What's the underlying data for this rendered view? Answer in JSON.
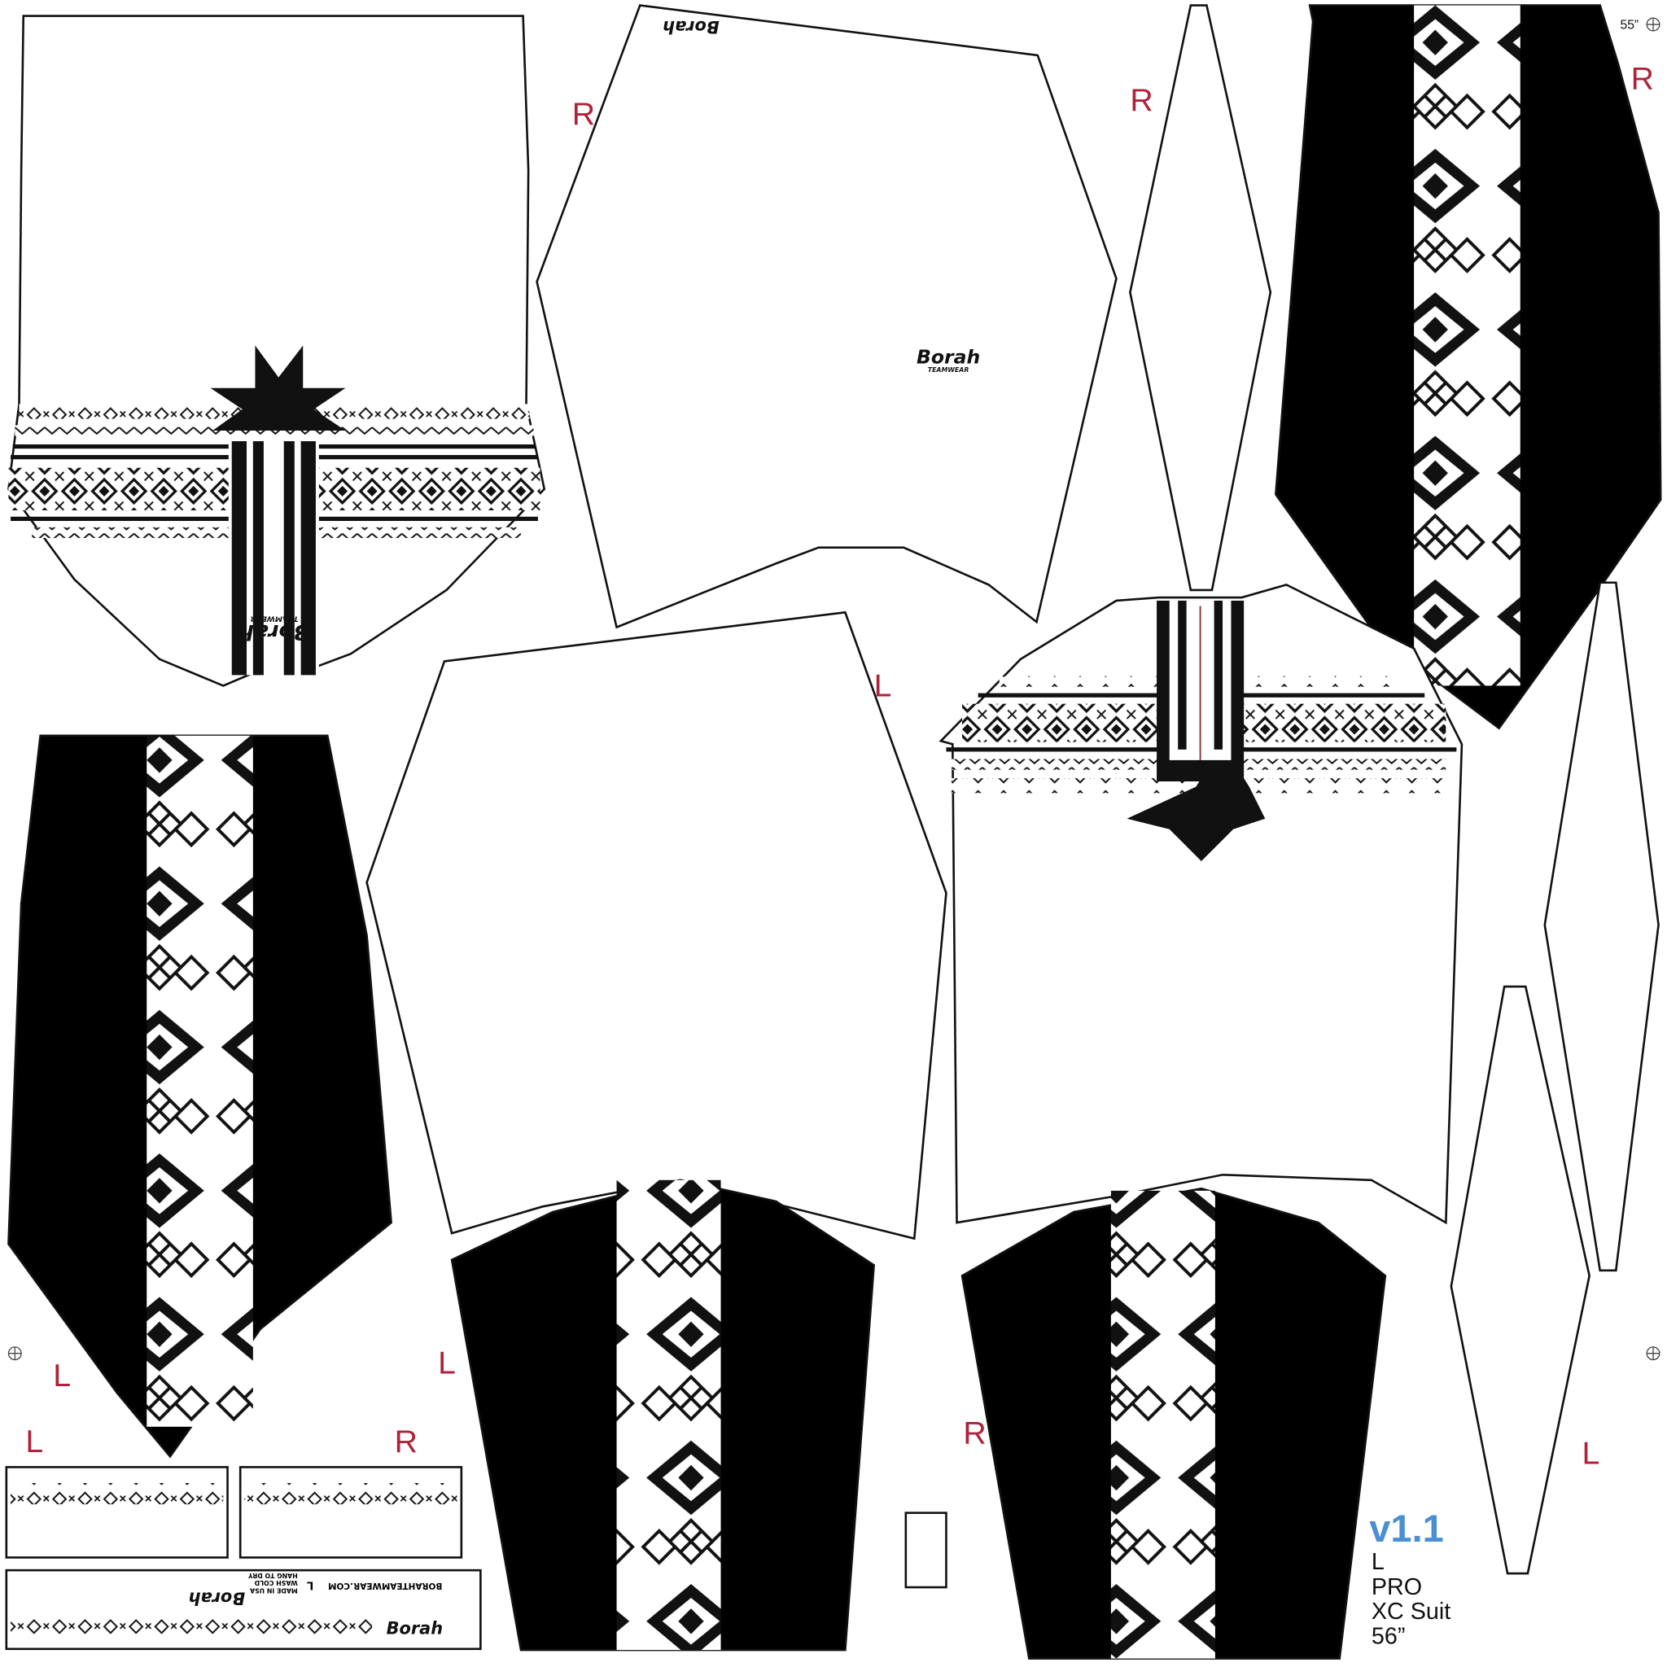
{
  "sheet": {
    "size_marker": "55”",
    "side_labels": {
      "right": "R",
      "left": "L"
    },
    "info": {
      "version": "v1.1",
      "size": "L",
      "line": "PRO",
      "product": "XC Suit",
      "width": "56”"
    },
    "branding": {
      "logo": "Borah",
      "sublogo": "TEAMWEAR",
      "website": "BORAHTEAMWEAR.COM",
      "care_label": [
        "MADE IN USA",
        "WASH COLD",
        "HANG TO DRY"
      ],
      "care_size": "L"
    },
    "colors": {
      "ink": "#111111",
      "label": "#b0213a",
      "version": "#4a8fd4",
      "paper": "#ffffff"
    }
  }
}
